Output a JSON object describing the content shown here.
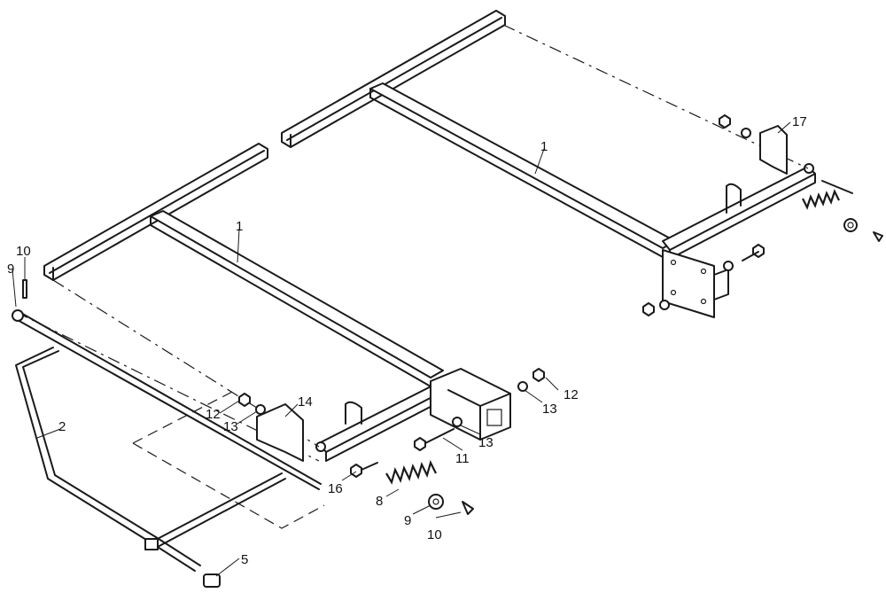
{
  "callouts": {
    "c1a": "1",
    "c1b": "1",
    "c2": "2",
    "c5": "5",
    "c8": "8",
    "c9a": "9",
    "c9b": "9",
    "c10a": "10",
    "c10b": "10",
    "c11": "11",
    "c12a": "12",
    "c12b": "12",
    "c13a": "13",
    "c13b": "13",
    "c13c": "13",
    "c14": "14",
    "c16": "16",
    "c17": "17"
  }
}
